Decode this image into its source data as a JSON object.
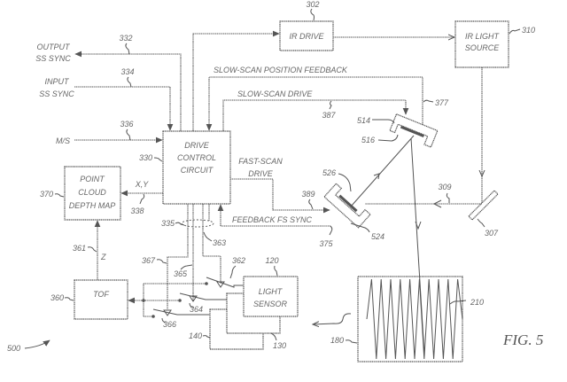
{
  "figure": {
    "caption": "FIG. 5",
    "system_ref": "500"
  },
  "blocks": {
    "ir_drive": {
      "label": "IR DRIVE",
      "ref": "302"
    },
    "ir_light_source": {
      "line1": "IR LIGHT",
      "line2": "SOURCE",
      "ref": "310"
    },
    "drive_control_circuit": {
      "line1": "DRIVE",
      "line2": "CONTROL",
      "line3": "CIRCUIT",
      "ref": "330"
    },
    "point_cloud_depth_map": {
      "line1": "POINT",
      "line2": "CLOUD",
      "line3": "DEPTH MAP",
      "ref": "370"
    },
    "tof": {
      "label": "TOF",
      "ref": "360"
    },
    "light_sensor": {
      "line1": "LIGHT",
      "line2": "SENSOR",
      "ref": "120"
    },
    "sensor_2": {
      "ref": "130"
    },
    "sensor_3": {
      "ref": "140"
    },
    "scan_field": {
      "ref": "180",
      "pattern_ref": "210"
    }
  },
  "signals": {
    "output_ss_sync": {
      "line1": "OUTPUT",
      "line2": "SS SYNC",
      "ref": "332"
    },
    "input_ss_sync": {
      "line1": "INPUT",
      "line2": "SS SYNC",
      "ref": "334"
    },
    "ms": {
      "label": "M/S",
      "ref": "336"
    },
    "xy": {
      "label": "X,Y",
      "ref": "338"
    },
    "z": {
      "label": "Z",
      "ref": "361"
    },
    "slow_scan_position_feedback": {
      "label": "SLOW-SCAN POSITION FEEDBACK",
      "ref": "377"
    },
    "slow_scan_drive": {
      "label": "SLOW-SCAN DRIVE",
      "ref": "387"
    },
    "fast_scan_drive": {
      "line1": "FAST-SCAN",
      "line2": "DRIVE",
      "ref": "389"
    },
    "feedback_fs_sync": {
      "label": "FEEDBACK FS SYNC",
      "ref": "375"
    },
    "bus_ref": "335",
    "switch_control_363": "363",
    "switch_control_365": "365",
    "switch_control_367": "367",
    "beam_ref": "309"
  },
  "components": {
    "mirror_307": "307",
    "slow_scan_mirror": "514",
    "slow_scan_mirror_surface": "516",
    "fast_scan_mirror": "524",
    "fast_scan_mirror_surface": "526",
    "switch_362": "362",
    "switch_364": "364",
    "switch_366": "366"
  }
}
